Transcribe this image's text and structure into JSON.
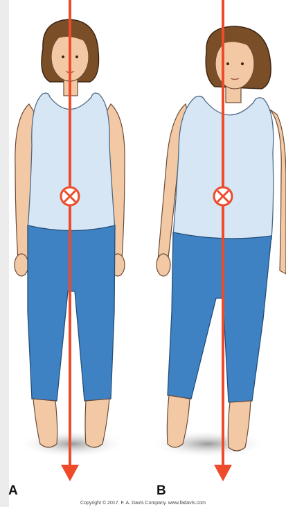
{
  "panels": [
    {
      "label": "A",
      "name": "upright-posture"
    },
    {
      "label": "B",
      "name": "leaning-posture"
    }
  ],
  "copyright": "Copyright © 2017. F. A. Davis Company. www.fadavis.com",
  "colors": {
    "line_of_gravity": "#ee4b2b",
    "skin": "#f3c9a5",
    "hair": "#7a4f28",
    "top": "#d6e6f5",
    "pants": "#3f82c4",
    "shadow": "#c8c8c8"
  }
}
